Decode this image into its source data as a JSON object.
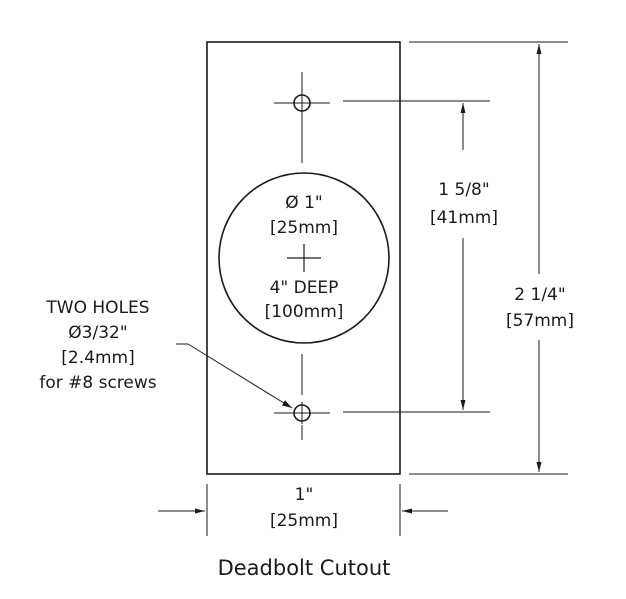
{
  "title": "Deadbolt Cutout",
  "bore": {
    "diameter": "Ø 1\"",
    "diameter_mm": "[25mm]",
    "depth": "4\" DEEP",
    "depth_mm": "[100mm]"
  },
  "screw_holes": {
    "line1": "TWO HOLES",
    "line2": "Ø3/32\"",
    "line3": "[2.4mm]",
    "line4": "for #8 screws"
  },
  "dim_hole_spacing": {
    "imperial": "1 5/8\"",
    "metric": "[41mm]"
  },
  "dim_height": {
    "imperial": "2 1/4\"",
    "metric": "[57mm]"
  },
  "dim_width": {
    "imperial": "1\"",
    "metric": "[25mm]"
  }
}
